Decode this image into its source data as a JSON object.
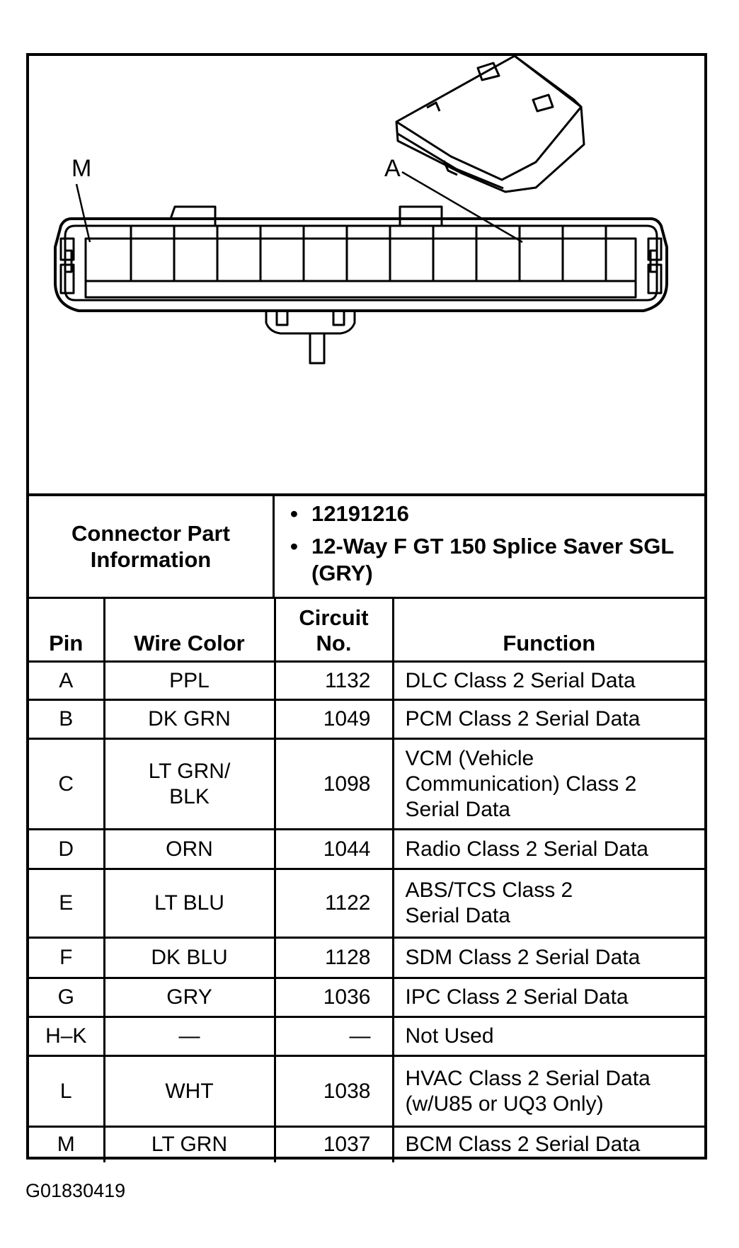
{
  "diagram": {
    "callouts": [
      {
        "label": "M",
        "points_to": "pin M cavity (left end)"
      },
      {
        "label": "A",
        "points_to": "pin A cavity (right end)"
      }
    ],
    "connector_cavities": 12
  },
  "connector_info": {
    "label": "Connector Part Information",
    "label_lines": [
      "Connector Part",
      "Information"
    ],
    "bullet": "•",
    "items": [
      "12191216",
      "12-Way F GT 150 Splice Saver SGL (GRY)"
    ]
  },
  "table": {
    "headers": {
      "pin": "Pin",
      "wire_color": "Wire Color",
      "circuit_line1": "Circuit",
      "circuit_line2": "No.",
      "function": "Function"
    },
    "rows": [
      {
        "pin": "A",
        "wire_color": "PPL",
        "circuit": "1132",
        "function": "DLC Class 2 Serial Data"
      },
      {
        "pin": "B",
        "wire_color": "DK GRN",
        "circuit": "1049",
        "function": "PCM Class 2 Serial Data"
      },
      {
        "pin": "C",
        "wire_color": "LT GRN/ BLK",
        "circuit": "1098",
        "function": "VCM (Vehicle Communication) Class 2 Serial Data"
      },
      {
        "pin": "D",
        "wire_color": "ORN",
        "circuit": "1044",
        "function": "Radio Class 2 Serial Data"
      },
      {
        "pin": "E",
        "wire_color": "LT BLU",
        "circuit": "1122",
        "function": "ABS/TCS Class 2 Serial Data"
      },
      {
        "pin": "F",
        "wire_color": "DK BLU",
        "circuit": "1128",
        "function": "SDM Class 2 Serial Data"
      },
      {
        "pin": "G",
        "wire_color": "GRY",
        "circuit": "1036",
        "function": "IPC Class 2 Serial Data"
      },
      {
        "pin": "H–K",
        "wire_color": "—",
        "circuit": "—",
        "function": "Not Used"
      },
      {
        "pin": "L",
        "wire_color": "WHT",
        "circuit": "1038",
        "function": "HVAC Class 2 Serial Data (w/U85 or UQ3 Only)"
      },
      {
        "pin": "M",
        "wire_color": "LT GRN",
        "circuit": "1037",
        "function": "BCM Class 2 Serial Data"
      }
    ]
  },
  "figure_id": "G01830419"
}
